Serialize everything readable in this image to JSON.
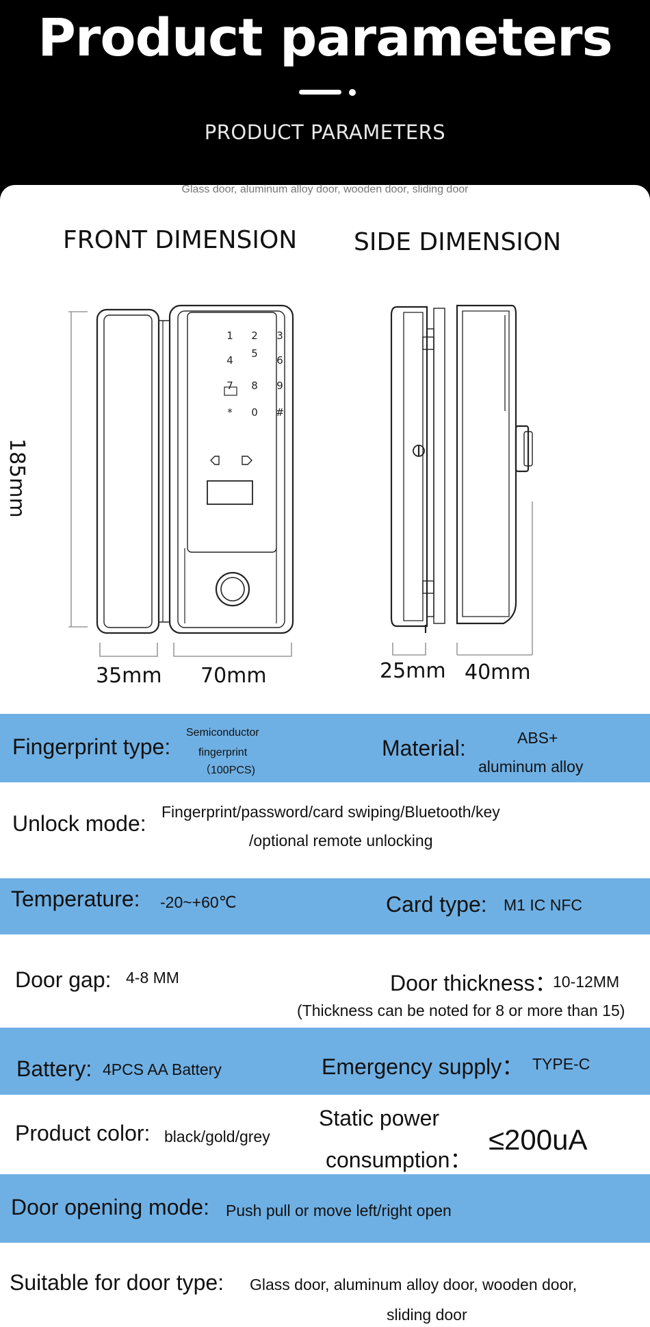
{
  "header": {
    "title": "Product parameters",
    "subtitle": "PRODUCT PARAMETERS"
  },
  "top_note": "Glass door, aluminum alloy door, wooden door, sliding door",
  "dimensions": {
    "front_title": "FRONT DIMENSION",
    "side_title": "SIDE DIMENSION",
    "height": "185mm",
    "front_left_width": "35mm",
    "front_right_width": "70mm",
    "side_left_width": "25mm",
    "side_right_width": "40mm",
    "keypad_keys": [
      "1",
      "2",
      "3",
      "4",
      "5",
      "6",
      "7",
      "8",
      "9",
      "*",
      "0",
      "#"
    ]
  },
  "specs": {
    "fingerprint_label": "Fingerprint type:",
    "fingerprint_value_1": "Semiconductor",
    "fingerprint_value_2": "fingerprint",
    "fingerprint_value_3": "（100PCS)",
    "material_label": "Material:",
    "material_value_1": "ABS+",
    "material_value_2": "aluminum alloy",
    "unlock_label": "Unlock mode:",
    "unlock_value_1": "Fingerprint/password/card swiping/Bluetooth/key",
    "unlock_value_2": "/optional remote unlocking",
    "temperature_label": "Temperature:",
    "temperature_value": "-20~+60℃",
    "card_label": "Card type:",
    "card_value": "M1 IC NFC",
    "door_gap_label": "Door gap:",
    "door_gap_value": "4-8 MM",
    "door_thickness_label": "Door thickness",
    "door_thickness_colon": "：",
    "door_thickness_value": "10-12MM",
    "door_thickness_note": "(Thickness can be noted for 8 or more than 15)",
    "battery_label": "Battery:",
    "battery_value": "4PCS AA Battery",
    "emergency_label": "Emergency supply：",
    "emergency_value": "TYPE-C",
    "color_label": "Product color:",
    "color_value": "black/gold/grey",
    "static_label_1": "Static power",
    "static_label_2": "consumption：",
    "static_value": "≤200uA",
    "opening_label": "Door opening mode:",
    "opening_value": "Push pull or move left/right open",
    "suitable_label": "Suitable for door type:",
    "suitable_value_1": "Glass door, aluminum alloy door, wooden door,",
    "suitable_value_2": "sliding door"
  }
}
